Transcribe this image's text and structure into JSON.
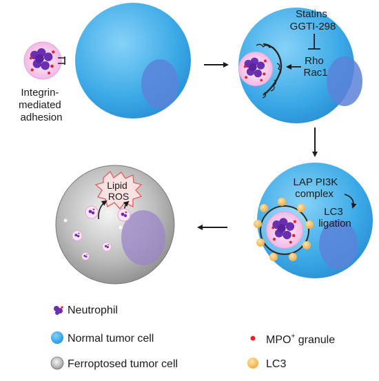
{
  "panel1": {
    "label_line1": "Integrin-",
    "label_line2": "mediated",
    "label_line3": "adhesion"
  },
  "panel2": {
    "inhibitor_1": "Statins",
    "inhibitor_2": "GGTI-298",
    "target_1": "Rho",
    "target_2": "Rac1"
  },
  "panel3": {
    "complex_line1": "LAP PI3K",
    "complex_line2": "complex",
    "ligation_line1": "LC3",
    "ligation_line2": "ligation"
  },
  "panel4": {
    "ros_line1": "Lipid",
    "ros_line2": "ROS"
  },
  "legend": {
    "neutrophil": "Neutrophil",
    "normal_cell": "Normal tumor cell",
    "ferroptosed_cell": "Ferroptosed tumor cell",
    "mpo_base": "MPO",
    "mpo_sup": "+",
    "mpo_rest": " granule",
    "lc3": "LC3"
  },
  "colors": {
    "tumor_cell": "#3aa8e6",
    "nucleus": "#5c82d8",
    "ferroptosed_cell": "#9a9a9a",
    "neutrophil_halo": "#f2b8e6",
    "neutrophil_nucleus": "#6a2fb0",
    "mpo_granule": "#e8202a",
    "lc3": "#f2b24a"
  }
}
